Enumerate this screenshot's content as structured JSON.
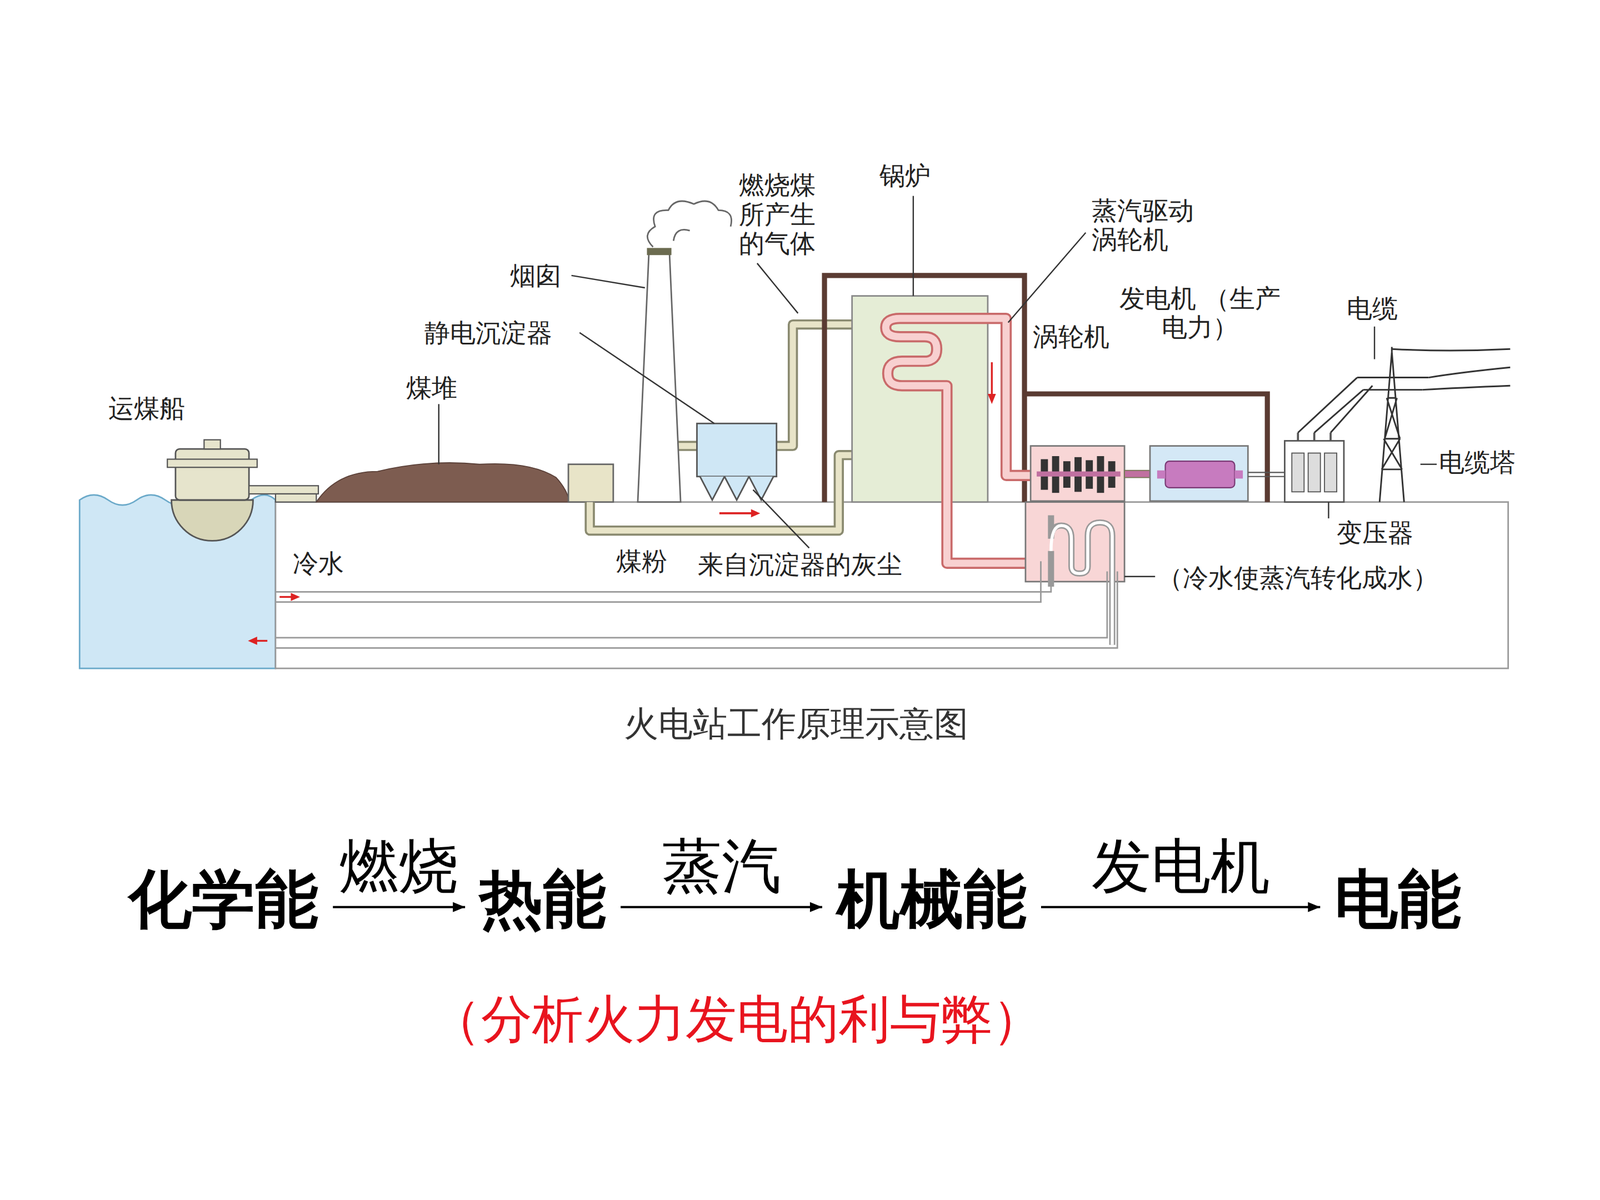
{
  "diagram": {
    "caption": "火电站工作原理示意图",
    "nodes": [
      {
        "text": [
          "化学能"
        ]
      },
      {
        "text": [
          "热能"
        ]
      },
      {
        "text": [
          "机械能"
        ]
      },
      {
        "text": [
          "电能"
        ]
      }
    ],
    "edges": [
      {
        "from": 0,
        "to": 1,
        "label": "燃烧",
        "arrow": "to"
      },
      {
        "from": 1,
        "to": 2,
        "label": "蒸汽",
        "arrow": "to"
      },
      {
        "from": 2,
        "to": 3,
        "label": "发电机",
        "arrow": "to"
      }
    ],
    "labels": [
      "燃烧煤 所产生 的气体",
      "锅炉",
      "蒸汽驱动 涡轮机",
      "烟囱",
      "静电沉淀器",
      "涡轮机",
      "发电机 （生产电力）",
      "电缆",
      "运煤船",
      "煤堆",
      "电缆塔",
      "冷水",
      "煤粉",
      "来自沉淀器的灰尘",
      "变压器",
      "（冷水使蒸汽转化成水）",
      "（分析火力发电的利与弊）"
    ]
  }
}
